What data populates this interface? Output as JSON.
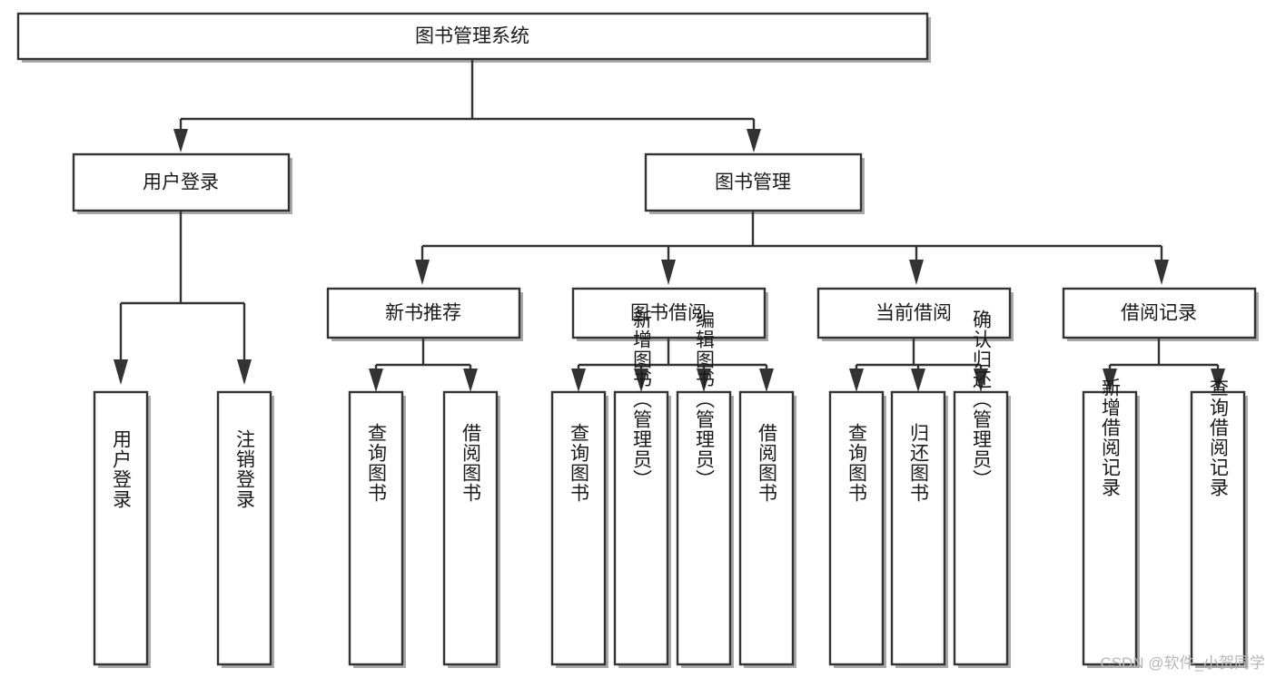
{
  "diagram": {
    "title": "图书管理系统",
    "type": "tree-hierarchy-diagram",
    "colors": {
      "box_fill": "#ffffff",
      "box_stroke": "#333333",
      "text": "#1a1a1a",
      "shadow": "#9a9a9a",
      "watermark": "#b7b7b7",
      "background": "#ffffff"
    },
    "root": {
      "label": "图书管理系统"
    },
    "level2": [
      {
        "label": "用户登录"
      },
      {
        "label": "图书管理"
      }
    ],
    "level3": [
      {
        "label": "新书推荐"
      },
      {
        "label": "图书借阅"
      },
      {
        "label": "当前借阅"
      },
      {
        "label": "借阅记录"
      }
    ],
    "leaves": {
      "user_login": [
        {
          "label": "用户登录"
        },
        {
          "label": "注销登录"
        }
      ],
      "new_book_recommend": [
        {
          "label": "查询图书"
        },
        {
          "label": "借阅图书"
        }
      ],
      "book_borrow": [
        {
          "label": "查询图书"
        },
        {
          "label": "新增图书（管理员）"
        },
        {
          "label": "编辑图书（管理员）"
        },
        {
          "label": "借阅图书"
        }
      ],
      "current_borrow": [
        {
          "label": "查询图书"
        },
        {
          "label": "归还图书"
        },
        {
          "label": "确认归还（管理员）"
        }
      ],
      "borrow_record": [
        {
          "label": "新增借阅记录"
        },
        {
          "label": "查询借阅记录"
        }
      ]
    }
  },
  "watermark": {
    "text": "CSDN @软件_小贺同学"
  }
}
